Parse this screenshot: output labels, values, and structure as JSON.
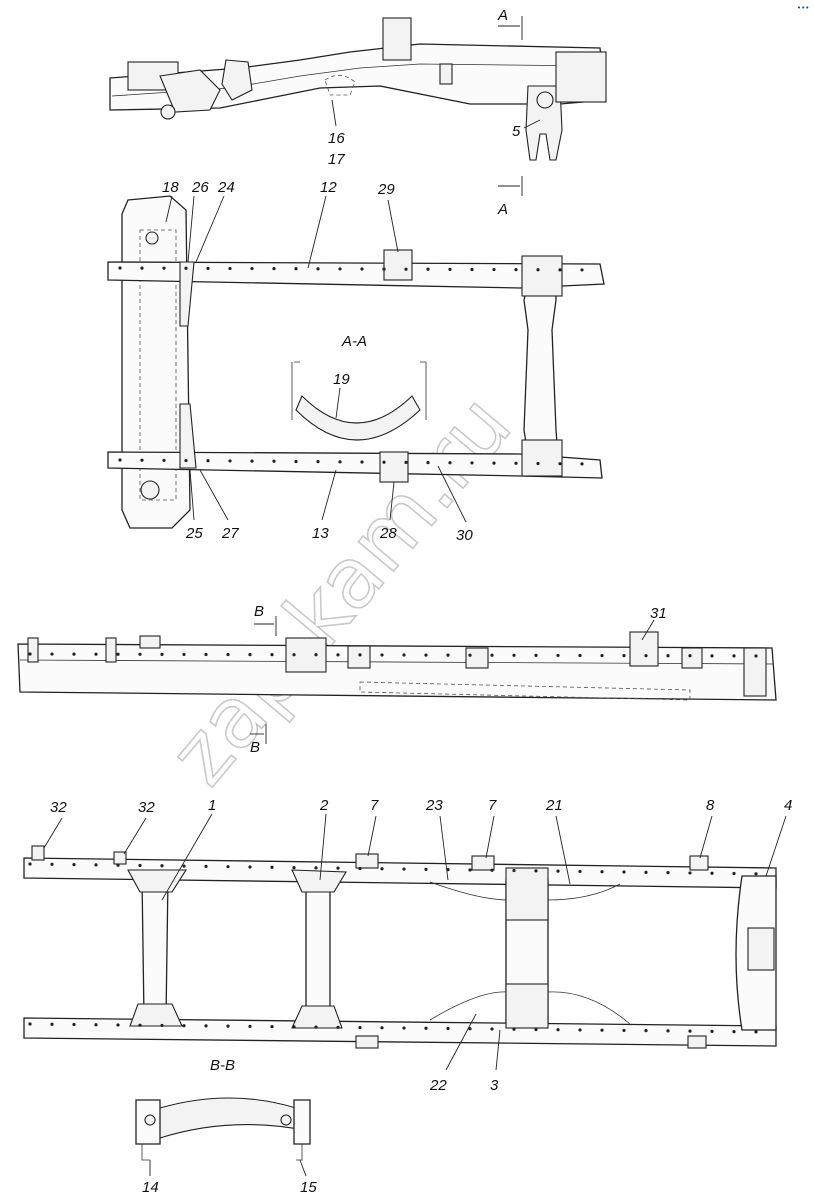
{
  "watermark": "zap-kam.ru",
  "corner_mark": "•••",
  "sections": {
    "aa_top": "A",
    "aa_bottom": "A",
    "aa_title": "A-A",
    "bb_top": "B",
    "bb_bottom": "B",
    "bb_title": "B-B"
  },
  "callouts": {
    "c1": "1",
    "c2": "2",
    "c3": "3",
    "c4": "4",
    "c5": "5",
    "c7a": "7",
    "c7b": "7",
    "c8": "8",
    "c12": "12",
    "c13": "13",
    "c14": "14",
    "c15": "15",
    "c16": "16",
    "c17": "17",
    "c18": "18",
    "c19": "19",
    "c21": "21",
    "c22": "22",
    "c23": "23",
    "c24": "24",
    "c25": "25",
    "c26": "26",
    "c27": "27",
    "c28": "28",
    "c29": "29",
    "c30": "30",
    "c31": "31",
    "c32a": "32",
    "c32b": "32"
  }
}
